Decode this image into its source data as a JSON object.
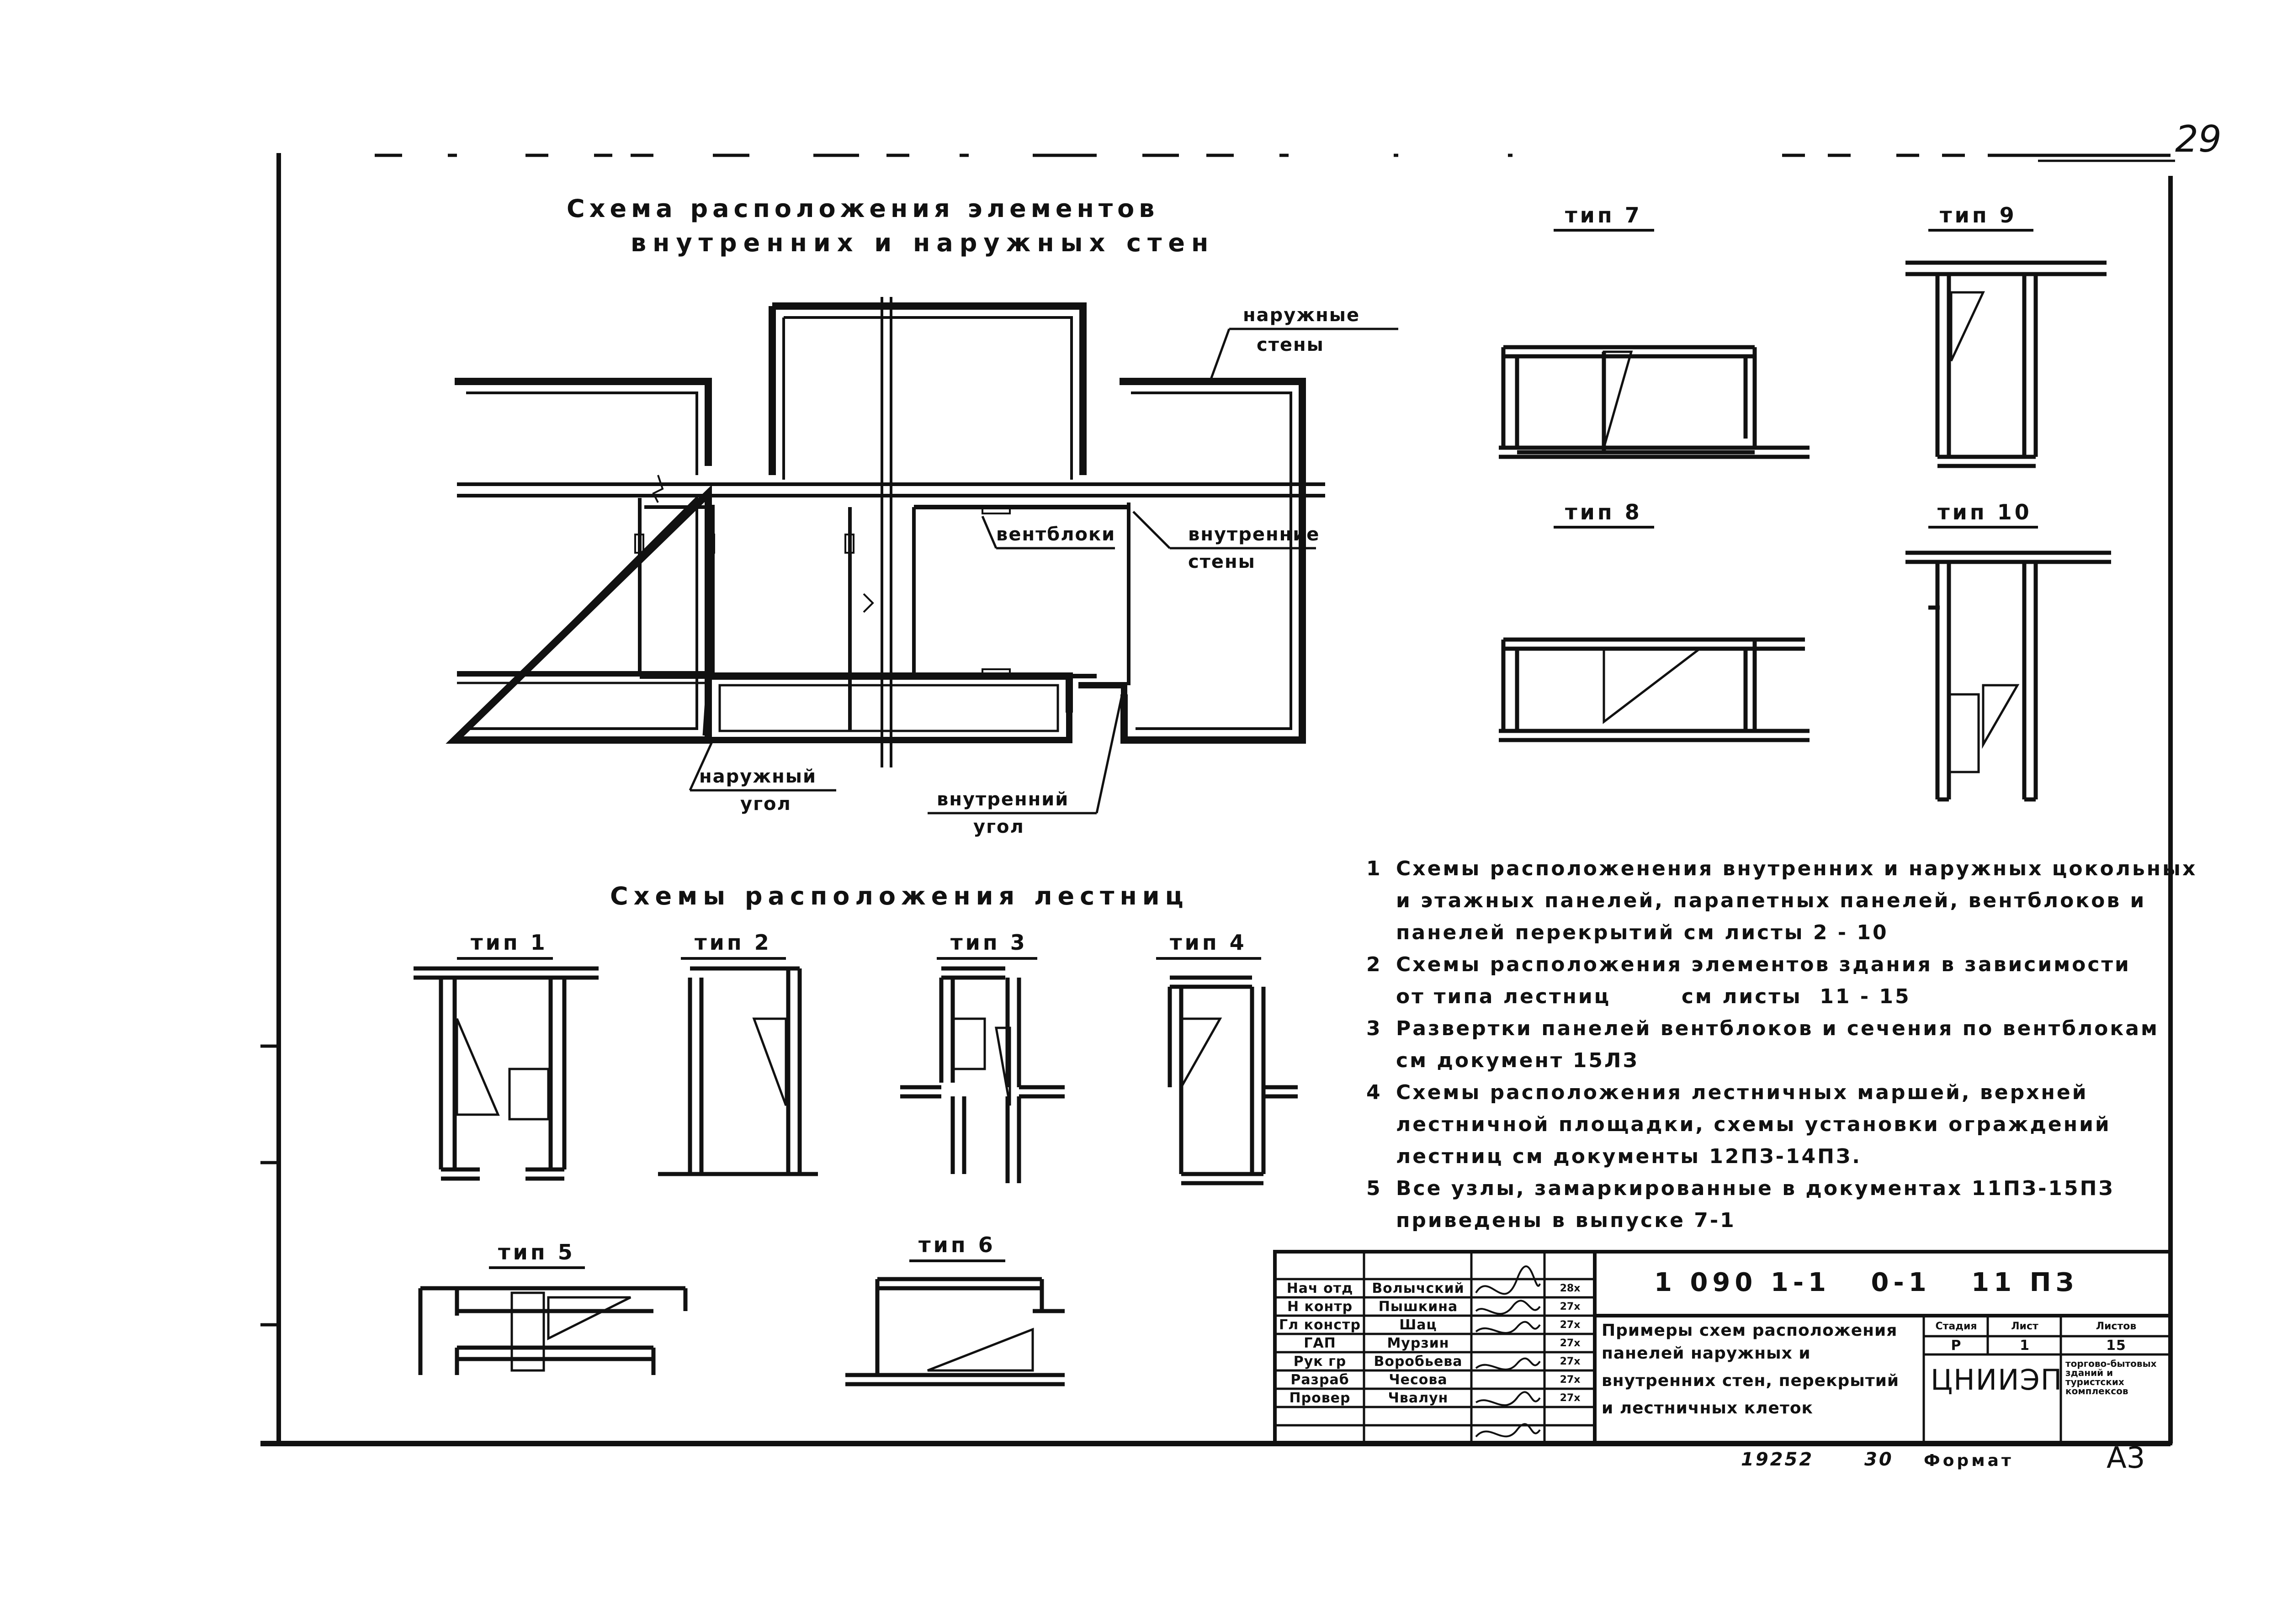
{
  "page_number": "29",
  "headings": {
    "walls_line1": "Схема расположения элементов",
    "walls_line2": "внутренних и наружных стен",
    "stairs": "Схемы расположения лестниц"
  },
  "plan_labels": {
    "outer_walls_1": "наружные",
    "outer_walls_2": "стены",
    "vent_blocks": "вентблоки",
    "inner_walls_1": "внутренние",
    "inner_walls_2": "стены",
    "outer_corner_1": "наружный",
    "outer_corner_2": "угол",
    "inner_corner_1": "внутренний",
    "inner_corner_2": "угол"
  },
  "stair_types": [
    "тип 1",
    "тип 2",
    "тип 3",
    "тип 4",
    "тип 5",
    "тип 6",
    "тип 7",
    "тип 8",
    "тип 9",
    "тип 10"
  ],
  "notes": [
    {
      "num": "1",
      "lines": [
        "Схемы расположенения внутренних и наружных цокольных",
        "и этажных панелей, парапетных панелей, вентблоков и",
        "панелей перекрытий см листы 2 - 10"
      ]
    },
    {
      "num": "2",
      "lines": [
        "Схемы расположения элементов здания в зависимости",
        "от типа лестниц        см листы  11 - 15"
      ]
    },
    {
      "num": "3",
      "lines": [
        "Развертки панелей вентблоков и сечения по вентблокам",
        "см документ  15ЛЗ"
      ]
    },
    {
      "num": "4",
      "lines": [
        "Схемы расположения лестничных маршей, верхней",
        "лестничной площадки, схемы установки ограждений",
        "лестниц см документы  12ПЗ-14ПЗ."
      ]
    },
    {
      "num": "5",
      "lines": [
        "Все узлы, замаркированные в документах 11ПЗ-15ПЗ",
        "приведены в выпуске  7-1"
      ]
    }
  ],
  "title_block": {
    "roles": [
      "Нач отд",
      "Н контр",
      "Гл констр",
      "ГАП",
      "Рук гр",
      "Разраб",
      "Провер"
    ],
    "names": [
      "Волычский",
      "Пышкина",
      "Шац",
      "Мурзин",
      "Воробьева",
      "Чесова",
      "Чвалун"
    ],
    "dates": [
      "28х",
      "27х",
      "27х",
      "27х",
      "27х",
      "27х",
      "27х"
    ],
    "code": "1 090 1-1   0-1   11 ПЗ",
    "title_lines": [
      "Примеры схем расположения",
      "панелей наружных и",
      "внутренних стен, перекрытий",
      "и лестничных клеток"
    ],
    "stage_label": "Стадия",
    "sheet_label": "Лист",
    "sheets_label": "Листов",
    "stage_value": "Р",
    "sheet_value": "1",
    "sheets_value": "15",
    "org": "ЦНИИЭП",
    "org_detail": "торгово-бытовых зданий и туристских комплексов"
  },
  "footer": {
    "inventory": "19252",
    "copy": "30",
    "format_label": "Формат",
    "format_value": "А3"
  }
}
